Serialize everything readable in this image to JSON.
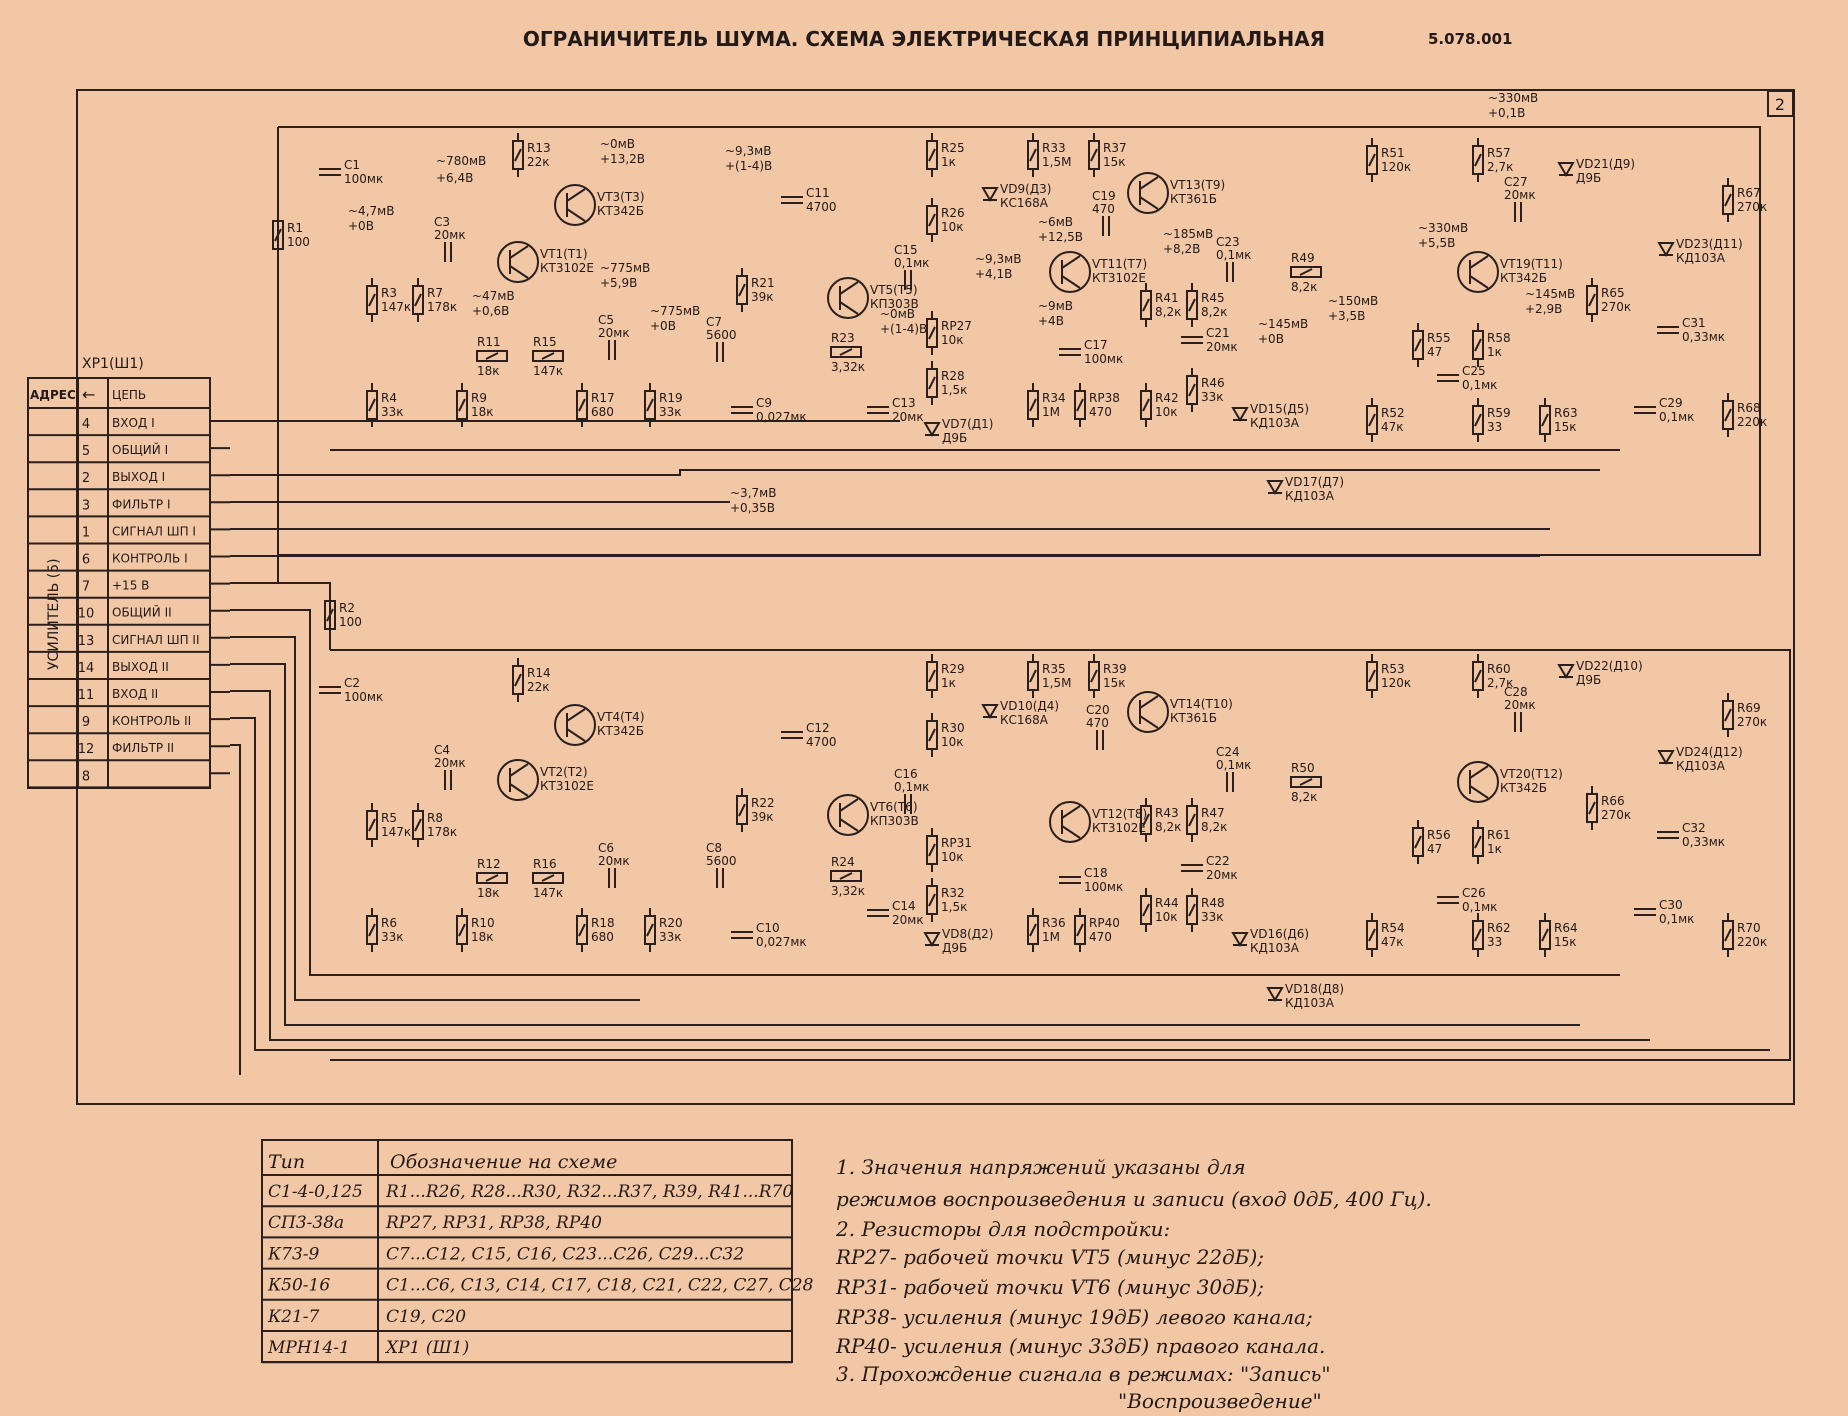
{
  "title": "ОГРАНИЧИТЕЛЬ ШУМА.   СХЕМА ЭЛЕКТРИЧЕСКАЯ ПРИНЦИПИАЛЬНАЯ",
  "doc_number": "5.078.001",
  "sheet_number": "2",
  "connector": {
    "name": "XP1(Ш1)",
    "amplifier": "УСИЛИТЕЛЬ (5)",
    "header_address": "АДРЕС",
    "header_arrow": "←",
    "header_circuit": "ЦЕПЬ",
    "pins": [
      {
        "num": "4",
        "name": "ВХОД I"
      },
      {
        "num": "5",
        "name": "ОБЩИЙ I"
      },
      {
        "num": "2",
        "name": "ВЫХОД I"
      },
      {
        "num": "3",
        "name": "ФИЛЬТР I"
      },
      {
        "num": "1",
        "name": "СИГНАЛ ШП I"
      },
      {
        "num": "6",
        "name": "КОНТРОЛЬ I"
      },
      {
        "num": "7",
        "name": "+15 В"
      },
      {
        "num": "10",
        "name": "ОБЩИЙ II"
      },
      {
        "num": "13",
        "name": "СИГНАЛ ШП II"
      },
      {
        "num": "14",
        "name": "ВЫХОД II"
      },
      {
        "num": "11",
        "name": "ВХОД II"
      },
      {
        "num": "9",
        "name": "КОНТРОЛЬ II"
      },
      {
        "num": "12",
        "name": "ФИЛЬТР II"
      },
      {
        "num": "8",
        "name": ""
      }
    ]
  },
  "channel1": {
    "resistors": [
      {
        "ref": "R1",
        "val": "100"
      },
      {
        "ref": "R3",
        "val": "147к"
      },
      {
        "ref": "R4",
        "val": "33к"
      },
      {
        "ref": "R7",
        "val": "178к"
      },
      {
        "ref": "R9",
        "val": "18к"
      },
      {
        "ref": "R11",
        "val": "18к"
      },
      {
        "ref": "R13",
        "val": "22к"
      },
      {
        "ref": "R15",
        "val": "147к"
      },
      {
        "ref": "R17",
        "val": "680"
      },
      {
        "ref": "R19",
        "val": "33к"
      },
      {
        "ref": "R21",
        "val": "39к"
      },
      {
        "ref": "R23",
        "val": "3,32к"
      },
      {
        "ref": "R25",
        "val": "1к"
      },
      {
        "ref": "R26",
        "val": "10к"
      },
      {
        "ref": "RP27",
        "val": "10к"
      },
      {
        "ref": "R28",
        "val": "1,5к"
      },
      {
        "ref": "R33",
        "val": "1,5М"
      },
      {
        "ref": "R37",
        "val": "15к"
      },
      {
        "ref": "R34",
        "val": "1М"
      },
      {
        "ref": "RP38",
        "val": "470"
      },
      {
        "ref": "R41",
        "val": "8,2к"
      },
      {
        "ref": "R42",
        "val": "10к"
      },
      {
        "ref": "R45",
        "val": "8,2к"
      },
      {
        "ref": "R46",
        "val": "33к"
      },
      {
        "ref": "R49",
        "val": "8,2к"
      },
      {
        "ref": "R51",
        "val": "120к"
      },
      {
        "ref": "R52",
        "val": "47к"
      },
      {
        "ref": "R55",
        "val": "47"
      },
      {
        "ref": "R57",
        "val": "2,7к"
      },
      {
        "ref": "R58",
        "val": "1к"
      },
      {
        "ref": "R59",
        "val": "33"
      },
      {
        "ref": "R63",
        "val": "15к"
      },
      {
        "ref": "R65",
        "val": "270к"
      },
      {
        "ref": "R67",
        "val": "270к"
      },
      {
        "ref": "R68",
        "val": "220к"
      }
    ],
    "capacitors": [
      {
        "ref": "C1",
        "val": "100мк"
      },
      {
        "ref": "C3",
        "val": "20мк"
      },
      {
        "ref": "C5",
        "val": "20мк"
      },
      {
        "ref": "C7",
        "val": "5600"
      },
      {
        "ref": "C9",
        "val": "0,027мк"
      },
      {
        "ref": "C11",
        "val": "4700"
      },
      {
        "ref": "C13",
        "val": "20мк"
      },
      {
        "ref": "C15",
        "val": "0,1мк"
      },
      {
        "ref": "C17",
        "val": "100мк"
      },
      {
        "ref": "C19",
        "val": "470"
      },
      {
        "ref": "C21",
        "val": "20мк"
      },
      {
        "ref": "C23",
        "val": "0,1мк"
      },
      {
        "ref": "C25",
        "val": "0,1мк"
      },
      {
        "ref": "C27",
        "val": "20мк"
      },
      {
        "ref": "C29",
        "val": "0,1мк"
      },
      {
        "ref": "C31",
        "val": "0,33мк"
      }
    ],
    "transistors": [
      {
        "ref": "VT1(T1)",
        "type": "КТ3102Е"
      },
      {
        "ref": "VT3(T3)",
        "type": "КТ342Б"
      },
      {
        "ref": "VT5(T5)",
        "type": "КП303В"
      },
      {
        "ref": "VT11(T7)",
        "type": "КТ3102Е"
      },
      {
        "ref": "VT13(T9)",
        "type": "КТ361Б"
      },
      {
        "ref": "VT19(T11)",
        "type": "КТ342Б"
      }
    ],
    "diodes": [
      {
        "ref": "VD9(Д3)",
        "type": "КС168А"
      },
      {
        "ref": "VD7(Д1)",
        "type": "Д9Б"
      },
      {
        "ref": "VD15(Д5)",
        "type": "КД103А"
      },
      {
        "ref": "VD17(Д7)",
        "type": "КД103А"
      },
      {
        "ref": "VD21(Д9)",
        "type": "Д9Б"
      },
      {
        "ref": "VD23(Д11)",
        "type": "КД103А"
      }
    ],
    "voltages": [
      "~0мВ",
      "+13,2В",
      "~780мВ",
      "+6,4В",
      "~4,7мВ",
      "+0В",
      "~47мВ",
      "+0,6В",
      "~775мВ",
      "+5,9В",
      "~775мВ",
      "+0В",
      "~9,3мВ",
      "+(1-4)В",
      "~9,3мВ",
      "+4,1В",
      "~0мВ",
      "+(1-4)В",
      "~6мВ",
      "+12,5В",
      "~185мВ",
      "+8,2В",
      "~9мВ",
      "+4В",
      "~145мВ",
      "+0В",
      "~150мВ",
      "+3,5В",
      "~330мВ",
      "+5,5В",
      "~145мВ",
      "+2,9В",
      "~330мВ",
      "+0,1В",
      "~3,7мВ",
      "+0,35В"
    ]
  },
  "channel2": {
    "resistors": [
      {
        "ref": "R2",
        "val": "100"
      },
      {
        "ref": "R5",
        "val": "147к"
      },
      {
        "ref": "R6",
        "val": "33к"
      },
      {
        "ref": "R8",
        "val": "178к"
      },
      {
        "ref": "R10",
        "val": "18к"
      },
      {
        "ref": "R12",
        "val": "18к"
      },
      {
        "ref": "R14",
        "val": "22к"
      },
      {
        "ref": "R16",
        "val": "147к"
      },
      {
        "ref": "R18",
        "val": "680"
      },
      {
        "ref": "R20",
        "val": "33к"
      },
      {
        "ref": "R22",
        "val": "39к"
      },
      {
        "ref": "R24",
        "val": "3,32к"
      },
      {
        "ref": "R29",
        "val": "1к"
      },
      {
        "ref": "R30",
        "val": "10к"
      },
      {
        "ref": "RP31",
        "val": "10к"
      },
      {
        "ref": "R32",
        "val": "1,5к"
      },
      {
        "ref": "R35",
        "val": "1,5М"
      },
      {
        "ref": "R39",
        "val": "15к"
      },
      {
        "ref": "R36",
        "val": "1М"
      },
      {
        "ref": "RP40",
        "val": "470"
      },
      {
        "ref": "R43",
        "val": "8,2к"
      },
      {
        "ref": "R44",
        "val": "10к"
      },
      {
        "ref": "R47",
        "val": "8,2к"
      },
      {
        "ref": "R48",
        "val": "33к"
      },
      {
        "ref": "R50",
        "val": "8,2к"
      },
      {
        "ref": "R53",
        "val": "120к"
      },
      {
        "ref": "R54",
        "val": "47к"
      },
      {
        "ref": "R56",
        "val": "47"
      },
      {
        "ref": "R60",
        "val": "2,7к"
      },
      {
        "ref": "R61",
        "val": "1к"
      },
      {
        "ref": "R62",
        "val": "33"
      },
      {
        "ref": "R64",
        "val": "15к"
      },
      {
        "ref": "R66",
        "val": "270к"
      },
      {
        "ref": "R69",
        "val": "270к"
      },
      {
        "ref": "R70",
        "val": "220к"
      }
    ],
    "capacitors": [
      {
        "ref": "C2",
        "val": "100мк"
      },
      {
        "ref": "C4",
        "val": "20мк"
      },
      {
        "ref": "C6",
        "val": "20мк"
      },
      {
        "ref": "C8",
        "val": "5600"
      },
      {
        "ref": "C10",
        "val": "0,027мк"
      },
      {
        "ref": "C12",
        "val": "4700"
      },
      {
        "ref": "C14",
        "val": "20мк"
      },
      {
        "ref": "C16",
        "val": "0,1мк"
      },
      {
        "ref": "C18",
        "val": "100мк"
      },
      {
        "ref": "C20",
        "val": "470"
      },
      {
        "ref": "C22",
        "val": "20мк"
      },
      {
        "ref": "C24",
        "val": "0,1мк"
      },
      {
        "ref": "C26",
        "val": "0,1мк"
      },
      {
        "ref": "C28",
        "val": "20мк"
      },
      {
        "ref": "C30",
        "val": "0,1мк"
      },
      {
        "ref": "C32",
        "val": "0,33мк"
      }
    ],
    "transistors": [
      {
        "ref": "VT2(T2)",
        "type": "КТ3102Е"
      },
      {
        "ref": "VT4(T4)",
        "type": "КТ342Б"
      },
      {
        "ref": "VT6(T6)",
        "type": "КП303В"
      },
      {
        "ref": "VT12(T8)",
        "type": "КТ3102Е"
      },
      {
        "ref": "VT14(T10)",
        "type": "КТ361Б"
      },
      {
        "ref": "VT20(T12)",
        "type": "КТ342Б"
      }
    ],
    "diodes": [
      {
        "ref": "VD10(Д4)",
        "type": "КС168А"
      },
      {
        "ref": "VD8(Д2)",
        "type": "Д9Б"
      },
      {
        "ref": "VD16(Д6)",
        "type": "КД103А"
      },
      {
        "ref": "VD18(Д8)",
        "type": "КД103А"
      },
      {
        "ref": "VD22(Д10)",
        "type": "Д9Б"
      },
      {
        "ref": "VD24(Д12)",
        "type": "КД103А"
      }
    ]
  },
  "parts_table": {
    "header_type": "Тип",
    "header_designation": "Обозначение на схеме",
    "rows": [
      {
        "type": "С1-4-0,125",
        "refs": "R1...R26, R28...R30, R32...R37, R39, R41...R70"
      },
      {
        "type": "СП3-38а",
        "refs": "RP27, RP31, RP38, RP40"
      },
      {
        "type": "К73-9",
        "refs": "C7...C12, C15, C16, C23...C26, C29...C32"
      },
      {
        "type": "К50-16",
        "refs": "C1...C6, C13, C14, C17, C18, C21, C22, C27, C28"
      },
      {
        "type": "К21-7",
        "refs": "C19, C20"
      },
      {
        "type": "МРН14-1",
        "refs": "XP1 (Ш1)"
      }
    ]
  },
  "notes": [
    "1. Значения напряжений указаны для",
    "режимов воспроизведения и записи (вход 0дБ, 400 Гц).",
    "2. Резисторы для подстройки:",
    "RP27- рабочей точки VT5 (минус 22дБ);",
    "RP31- рабочей точки VT6 (минус 30дБ);",
    "RP38- усиления (минус 19дБ) левого канала;",
    "RP40- усиления (минус 33дБ) правого канала.",
    "3. Прохождение сигнала в режимах: \"Запись\"",
    "\"Воспроизведение\""
  ]
}
